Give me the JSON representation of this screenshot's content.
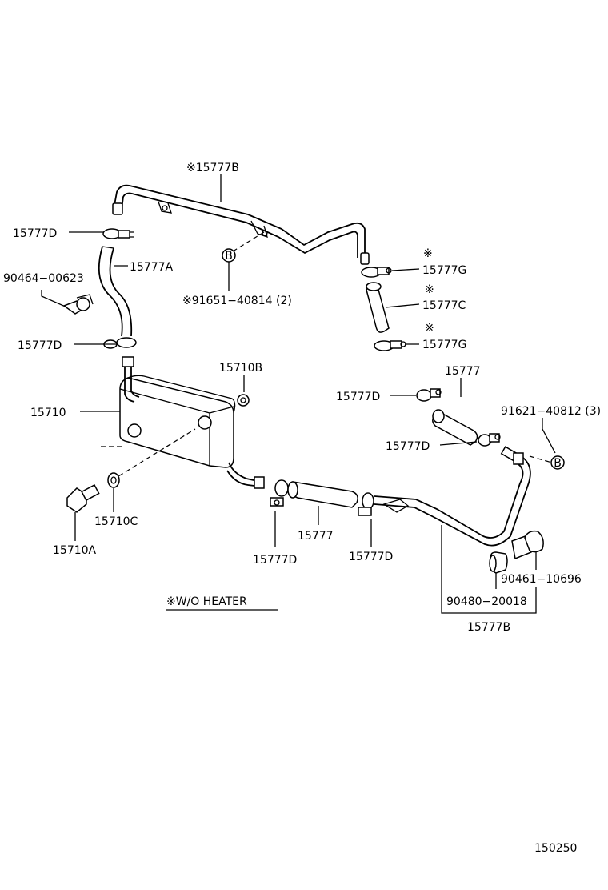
{
  "labels": {
    "l_15777B_top": "※15777B",
    "l_15777D_1": "15777D",
    "l_15777A": "15777A",
    "l_90464": "90464−00623",
    "l_91651": "※91651−40814 (2)",
    "l_15777D_2": "15777D",
    "l_15777G_1": "15777G",
    "l_15777C": "15777C",
    "l_15777G_2": "15777G",
    "l_15710B": "15710B",
    "l_15710": "15710",
    "l_15777_r": "15777",
    "l_15777D_3": "15777D",
    "l_91621": "91621−40812 (3)",
    "l_15777D_4": "15777D",
    "l_15710C": "15710C",
    "l_15710A": "15710A",
    "l_15777_b": "15777",
    "l_15777D_5": "15777D",
    "l_15777D_6": "15777D",
    "l_90461": "90461−10696",
    "l_90480": "90480−20018",
    "l_15777B_bottom": "15777B",
    "l_wo_heater": "※W/O HEATER",
    "l_code": "150250"
  },
  "markers": {
    "star_1": "※",
    "star_2": "※",
    "star_3": "※",
    "b_1": "B",
    "b_2": "B"
  }
}
